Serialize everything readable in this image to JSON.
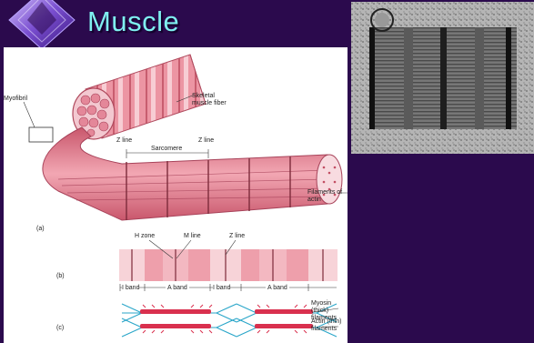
{
  "slide": {
    "title": "Muscle"
  },
  "figure": {
    "labels": {
      "myofibril": "Myofibril",
      "skeletal_fiber": "Skeletal muscle fiber",
      "z_line_1": "Z line",
      "z_line_2": "Z line",
      "sarcomere": "Sarcomere",
      "filaments_actin": "Filaments of actin",
      "panel_a": "(a)",
      "panel_b": "(b)",
      "panel_c": "(c)",
      "h_zone": "H zone",
      "m_line": "M line",
      "z_line_b": "Z line",
      "i_band_1": "I band",
      "a_band_1": "A band",
      "i_band_2": "I band",
      "a_band_2": "A band",
      "myosin": "Myosin (thick) filaments",
      "actin": "Actin (thin) filaments"
    }
  },
  "colors": {
    "background": "#2b0a4d",
    "title": "#7ff0f0",
    "muscle": "#e98a9a",
    "band_light": "#f6d3d8",
    "band_dark": "#ee9fab"
  }
}
